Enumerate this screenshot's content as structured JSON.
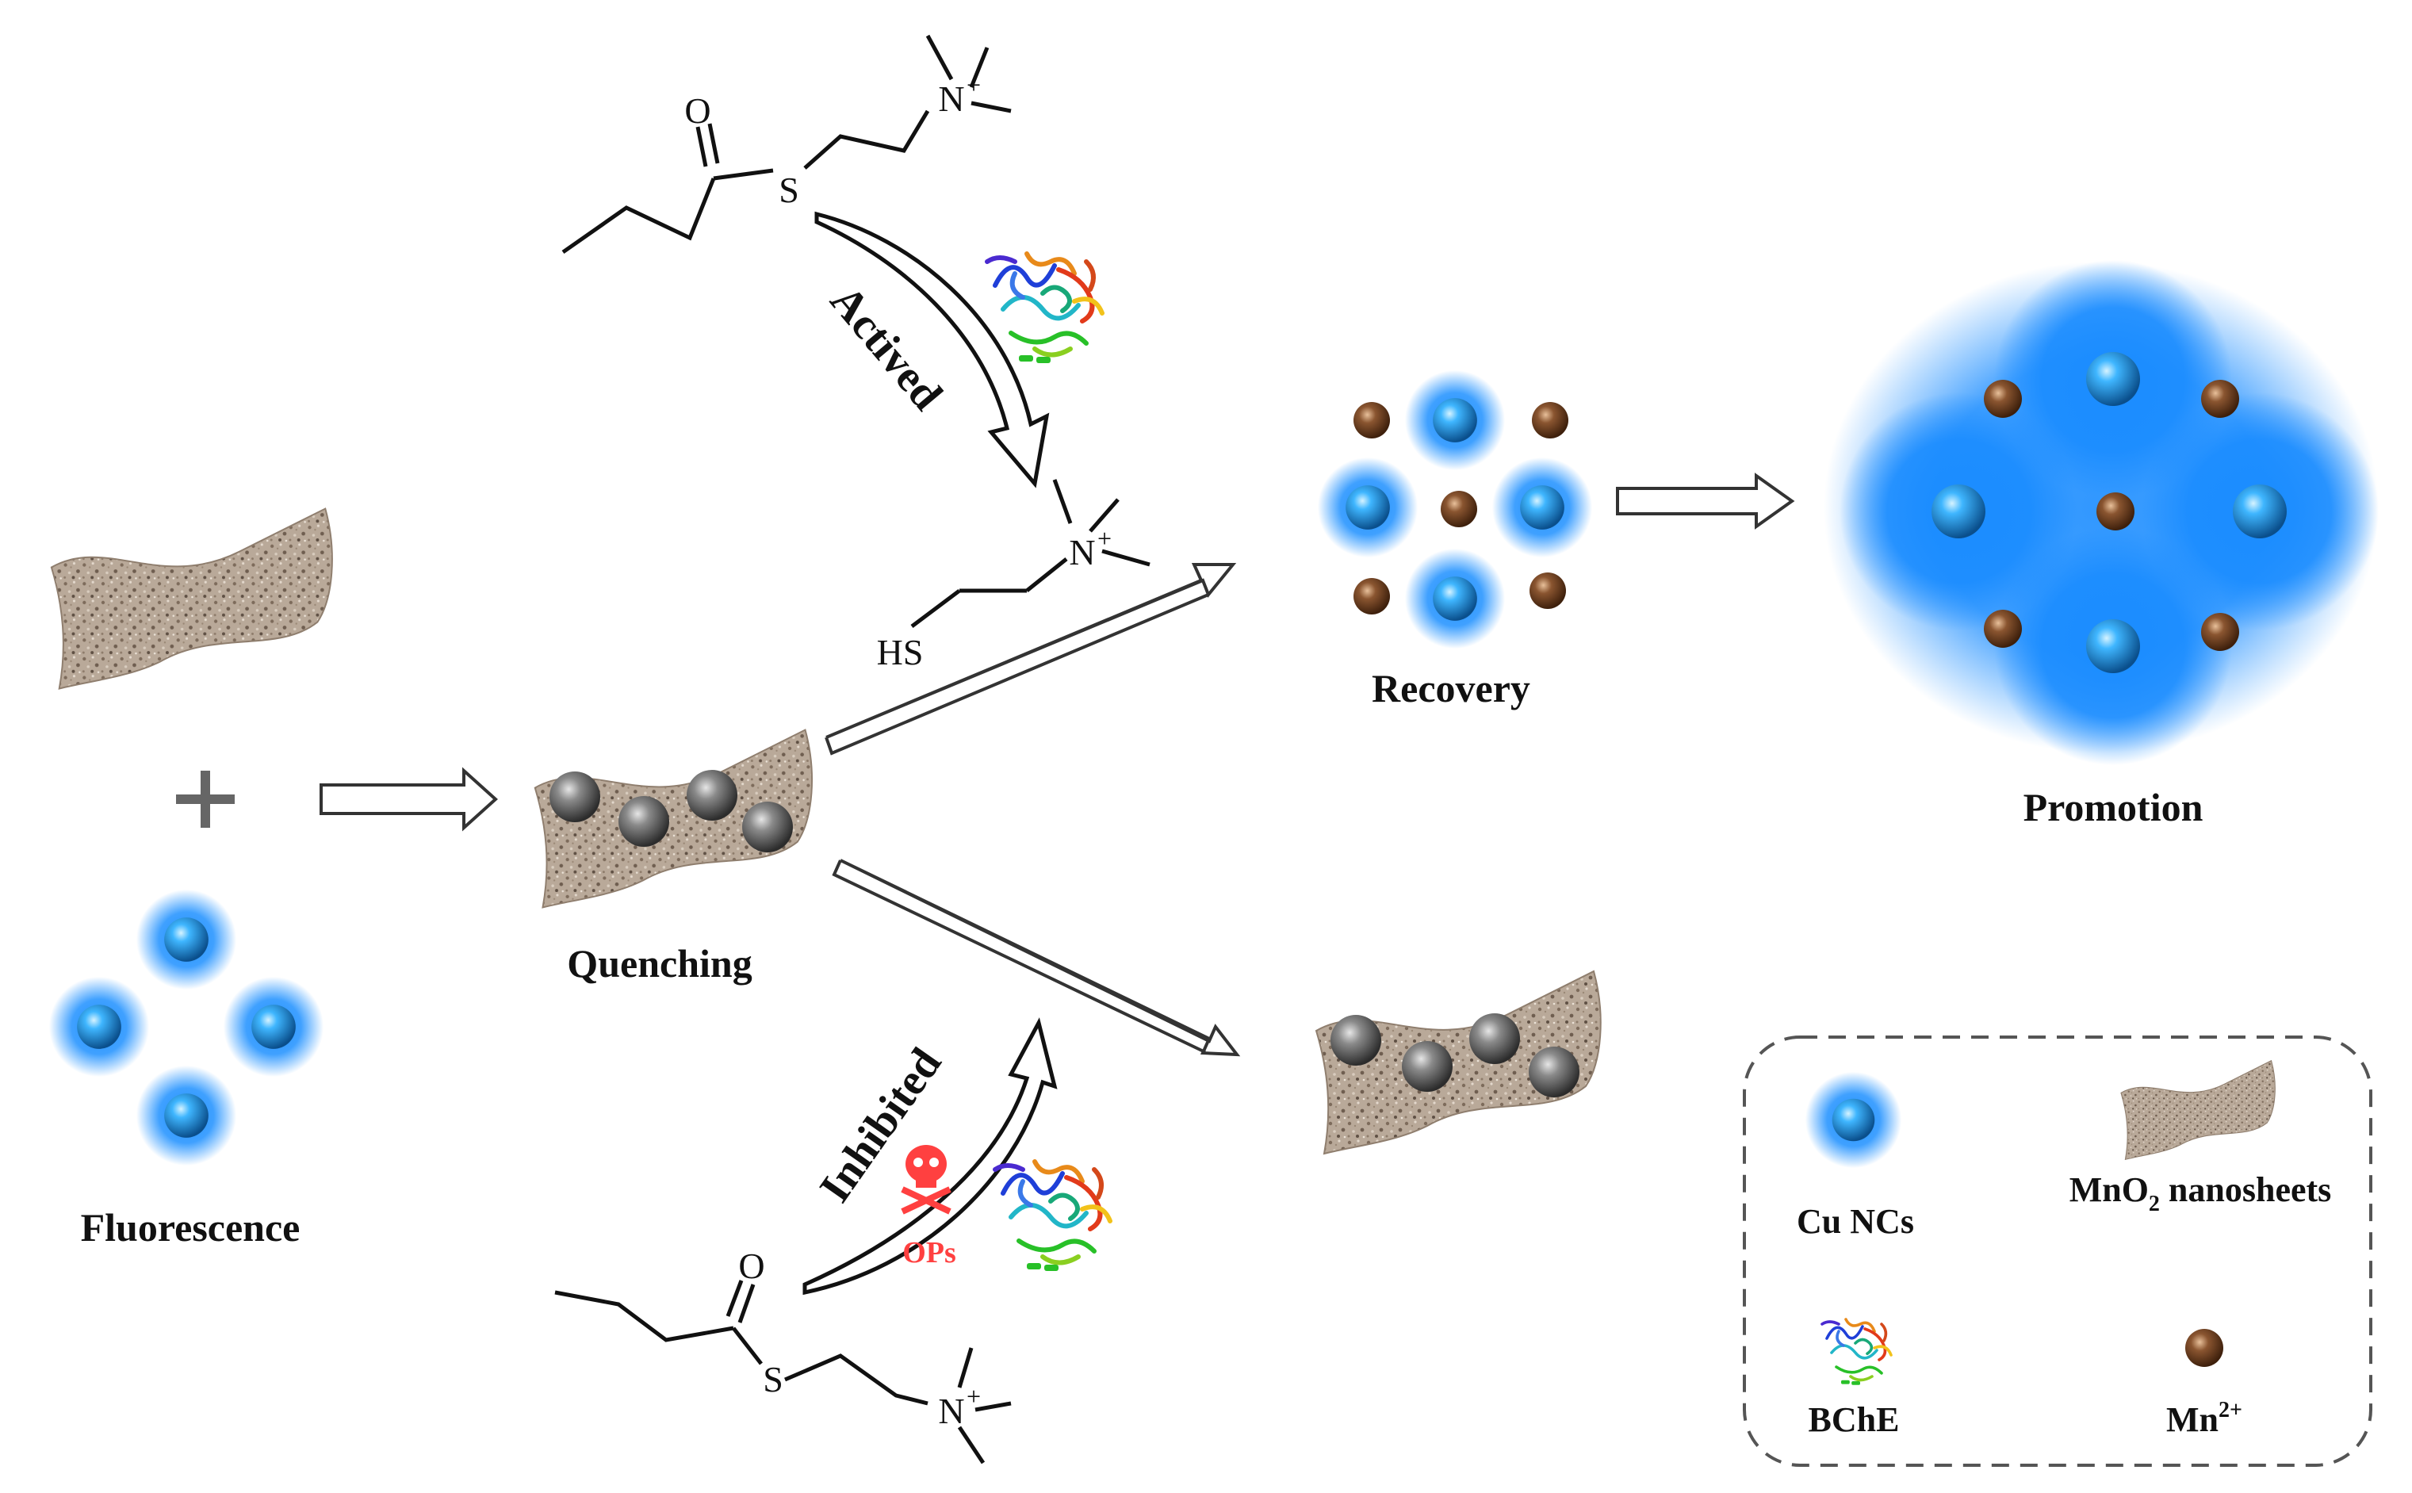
{
  "labels": {
    "fluorescence": "Fluorescence",
    "quenching": "Quenching",
    "recovery": "Recovery",
    "promotion": "Promotion",
    "actived": "Actived",
    "inhibited": "Inhibited",
    "ops": "OPs"
  },
  "chem": {
    "oxygen": "O",
    "sulfur": "S",
    "thiol": "HS",
    "nitrogen": "N",
    "plus": "+"
  },
  "legend": {
    "cu_ncs": "Cu NCs",
    "mno2_prefix": "MnO",
    "mno2_sub": "2",
    "mno2_suffix": " nanosheets",
    "bche": "BChE",
    "mn_base": "Mn",
    "mn_sup": "2+"
  },
  "colors": {
    "cu_glow": "#1e90ff",
    "cu_core": "#2aa4f4",
    "mn_ion": "#7a4a2a",
    "quenched_np": "#6e6e6e",
    "sheet": "#b8a89a",
    "inhibitor_red": "#ff4040"
  },
  "icons": [
    "cu-nanocluster-icon",
    "mno2-nanosheet-icon",
    "bche-enzyme-icon",
    "mn-ion-icon",
    "skull-icon",
    "hollow-arrow-icon"
  ]
}
